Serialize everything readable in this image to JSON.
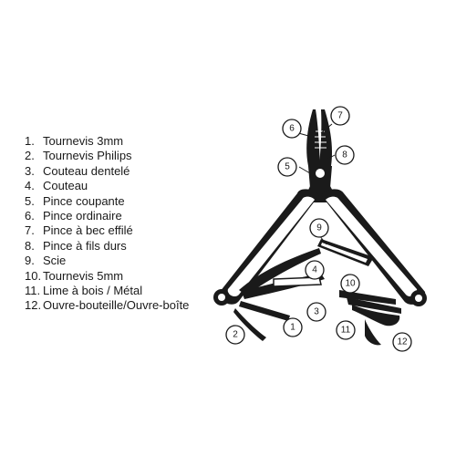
{
  "legend": [
    {
      "number": "1.",
      "label": "Tournevis 3mm"
    },
    {
      "number": "2.",
      "label": "Tournevis Philips"
    },
    {
      "number": "3.",
      "label": "Couteau dentelé"
    },
    {
      "number": "4.",
      "label": "Couteau"
    },
    {
      "number": "5.",
      "label": "Pince coupante"
    },
    {
      "number": "6.",
      "label": "Pince ordinaire"
    },
    {
      "number": "7.",
      "label": "Pince à bec effilé"
    },
    {
      "number": "8.",
      "label": "Pince à fils durs"
    },
    {
      "number": "9.",
      "label": "Scie"
    },
    {
      "number": "10.",
      "label": "Tournevis 5mm"
    },
    {
      "number": "11.",
      "label": "Lime à bois / Métal"
    },
    {
      "number": "12.",
      "label": "Ouvre-bouteille/Ouvre-boîte"
    }
  ],
  "callouts": [
    "1",
    "2",
    "3",
    "4",
    "5",
    "6",
    "7",
    "8",
    "9",
    "10",
    "11",
    "12"
  ],
  "colors": {
    "ink": "#1a1a1a",
    "background": "#ffffff"
  }
}
